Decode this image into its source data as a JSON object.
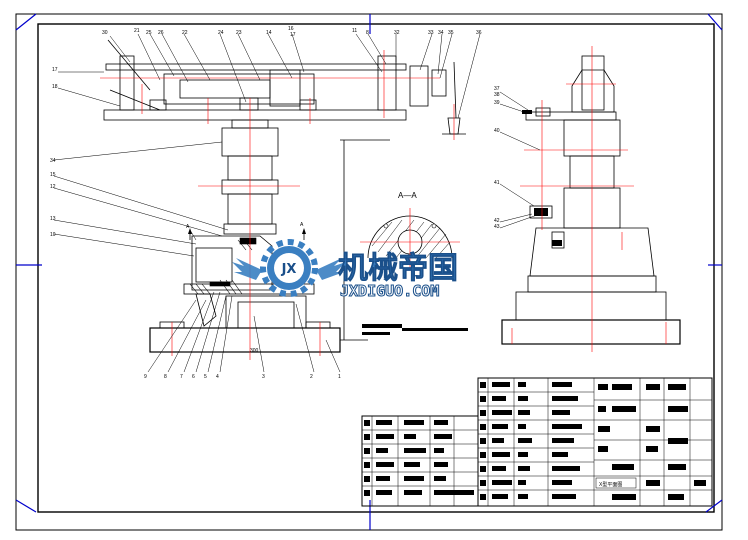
{
  "section_label": "A—A",
  "view_arrow_label": "A",
  "watermark": {
    "title": "机械帝国",
    "subtitle": "JXDIGUO.COM",
    "badge": "JX"
  },
  "title_block": {
    "caption": "X型平面图"
  },
  "colors": {
    "line": "#000000",
    "centerline": "#ff0000",
    "frame": "#0000cc",
    "watermark_blue": "#3a7fc1",
    "watermark_dark": "#1a4f8a"
  }
}
